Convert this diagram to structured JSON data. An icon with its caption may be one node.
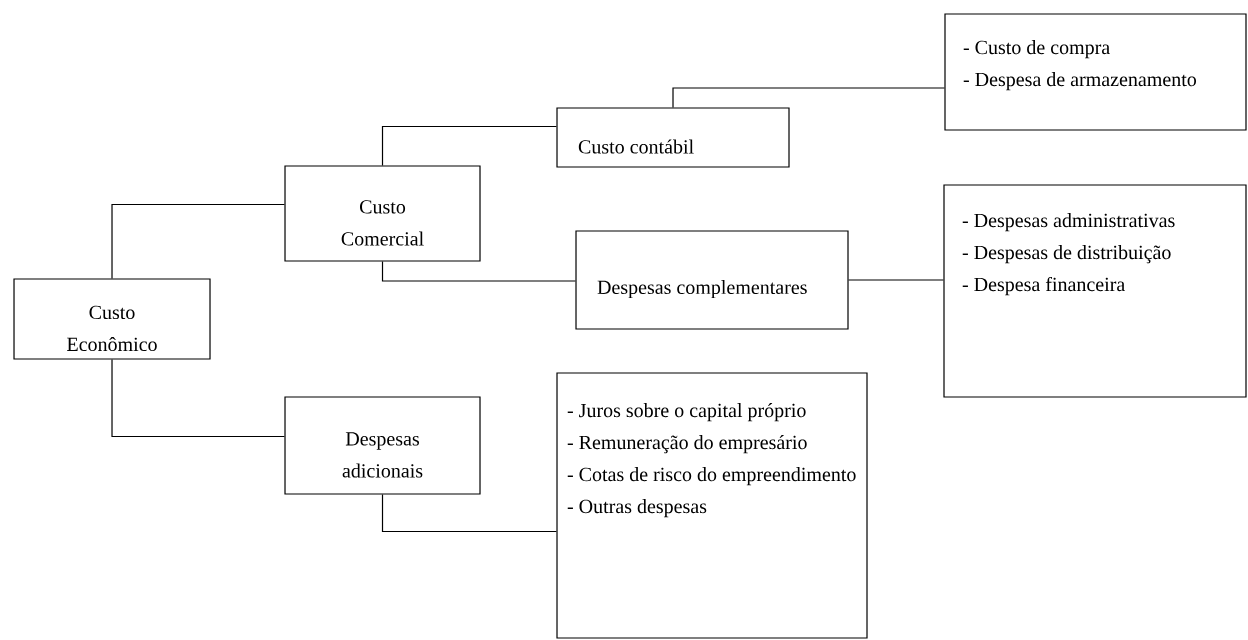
{
  "diagram": {
    "nodes": [
      {
        "text": [
          "Custo Econômico"
        ]
      },
      {
        "text": [
          "Custo Comercial"
        ]
      },
      {
        "text": [
          "Despesas adicionais"
        ]
      },
      {
        "text": [
          "Custo contábil"
        ]
      },
      {
        "text": [
          "Despesas complementares"
        ]
      },
      {
        "text": [
          "- Custo de compra",
          "- Despesa de armazenamento"
        ]
      },
      {
        "text": [
          "- Despesas administrativas",
          "- Despesas de distribuição",
          "- Despesa financeira"
        ]
      },
      {
        "text": [
          "- Juros sobre o capital próprio",
          "- Remuneração do empresário",
          "- Cotas de risco do empreendimento",
          "- Outras despesas"
        ]
      }
    ],
    "edges": [
      {
        "from": 0,
        "to": 1,
        "arrow": "none"
      },
      {
        "from": 0,
        "to": 2,
        "arrow": "none"
      },
      {
        "from": 1,
        "to": 3,
        "arrow": "none"
      },
      {
        "from": 1,
        "to": 4,
        "arrow": "none"
      },
      {
        "from": 2,
        "to": 7,
        "arrow": "none"
      },
      {
        "from": 3,
        "to": 5,
        "arrow": "none"
      },
      {
        "from": 4,
        "to": 6,
        "arrow": "none"
      }
    ]
  }
}
